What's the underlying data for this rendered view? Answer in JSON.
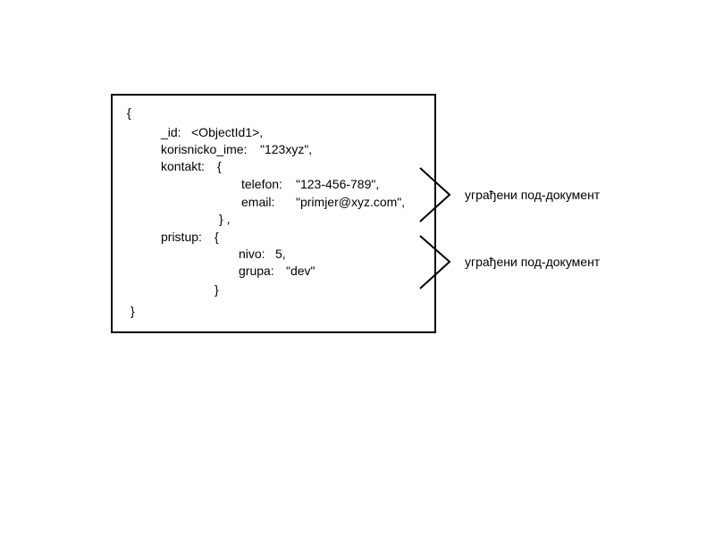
{
  "document": {
    "open_brace": "{",
    "id_key": "_id:",
    "id_value": "<ObjectId1>,",
    "username_key": "korisnicko_ime:",
    "username_value": "\"123xyz\",",
    "contact_key": "kontakt:",
    "contact_open": "{",
    "phone_key": "telefon:",
    "phone_value": "\"123-456-789\",",
    "email_key": "email:",
    "email_value": "\"primjer@xyz.com\",",
    "contact_close": "} ,",
    "access_key": "pristup:",
    "access_open": "{",
    "level_key": "nivo:",
    "level_value": "5,",
    "group_key": "grupa:",
    "group_value": "\"dev\"",
    "access_close": "}",
    "close_brace": "}"
  },
  "annotations": [
    {
      "label": "уграђени под-документ"
    },
    {
      "label": "уграђени под-документ"
    }
  ]
}
